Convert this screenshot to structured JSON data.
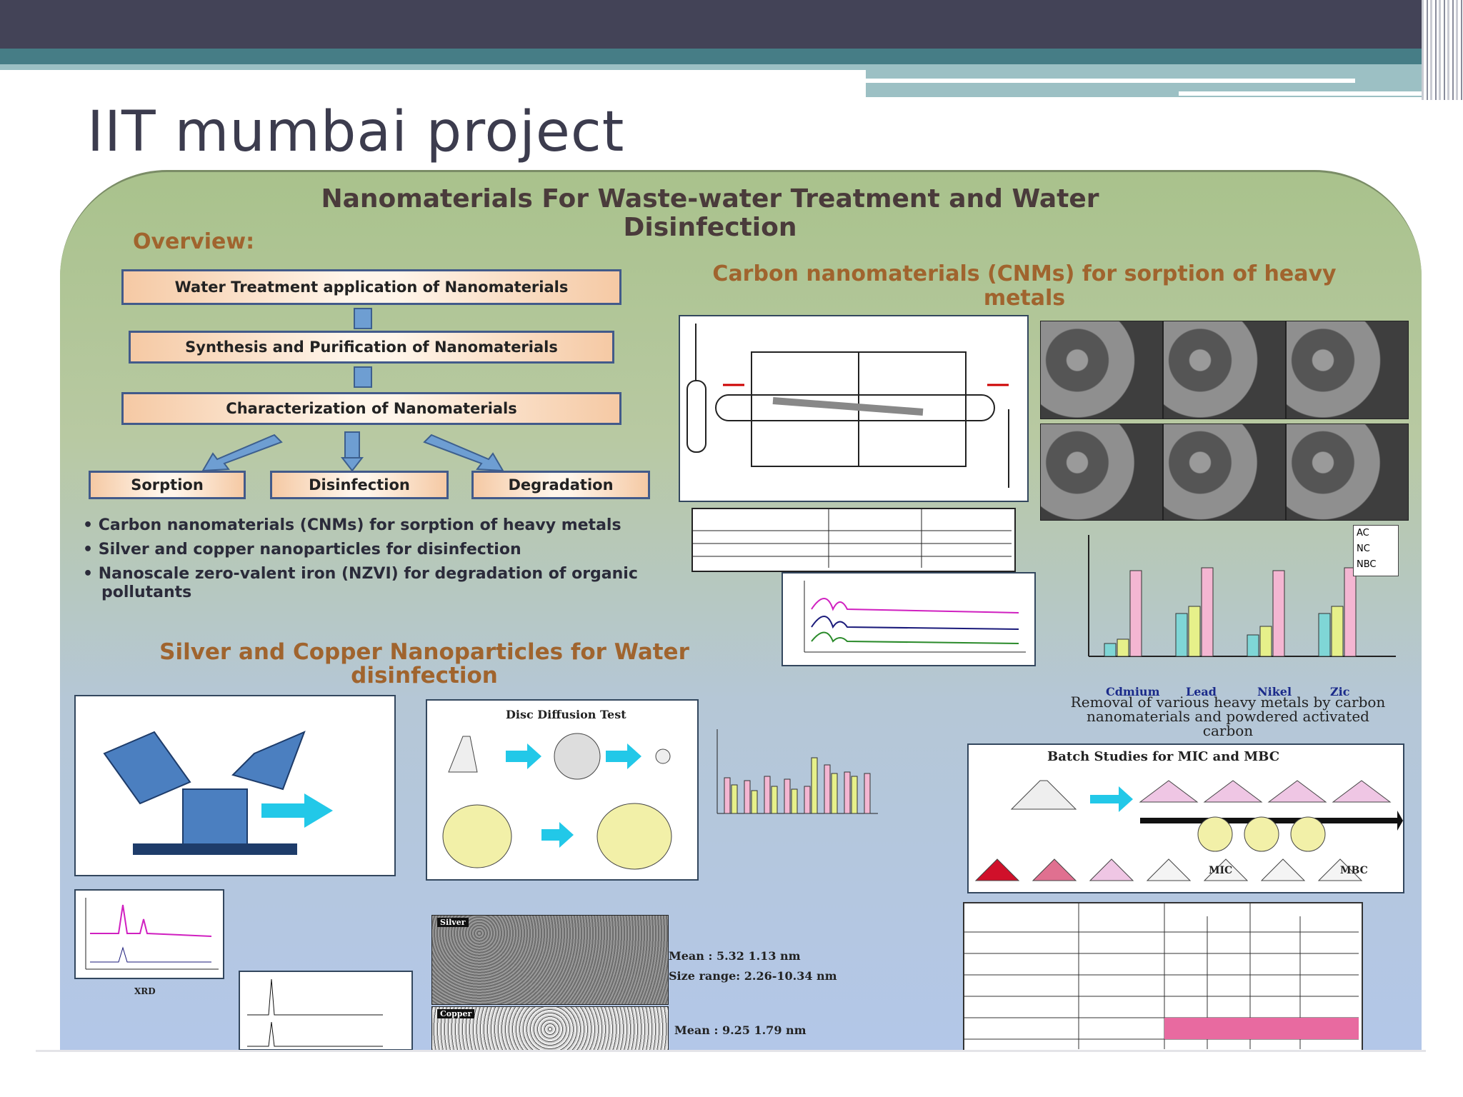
{
  "slide": {
    "title": "IIT mumbai project"
  },
  "poster": {
    "heading": "Nanomaterials For Waste-water Treatment and Water Disinfection",
    "overview_label": "Overview:",
    "flow": {
      "box1": "Water Treatment application of Nanomaterials",
      "box2": "Synthesis and Purification of Nanomaterials",
      "box3": "Characterization of Nanomaterials",
      "leaf_sorption": "Sorption",
      "leaf_disinfection": "Disinfection",
      "leaf_degradation": "Degradation"
    },
    "bullets": [
      "Carbon nanomaterials (CNMs) for sorption of heavy metals",
      "Silver and copper nanoparticles for disinfection",
      "Nanoscale zero-valent iron (NZVI) for degradation of organic pollutants"
    ],
    "cnm_heading": "Carbon nanomaterials (CNMs) for sorption of heavy metals",
    "silver_heading": "Silver and Copper Nanoparticles for Water disinfection",
    "heavy_metals_caption": "Removal of various heavy metals by carbon nanomaterials and powdered activated carbon",
    "heavy_metal_categories": [
      "Cdmium",
      "Lead",
      "Nikel",
      "Zic"
    ],
    "heavy_metal_legend": [
      "AC",
      "NC",
      "NBC"
    ],
    "disc_diffusion_label": "Disc Diffusion Test",
    "batch_studies_label": "Batch Studies for MIC and MBC",
    "mic_label": "MIC",
    "mbc_label": "MBC",
    "xrd_label": "XRD",
    "silver_label": "Silver",
    "copper_label": "Copper",
    "silver_mean": "Mean : 5.32    1.13 nm",
    "silver_size_range": "Size range: 2.26-10.34 nm",
    "copper_mean": "Mean : 9.25    1.79 nm"
  },
  "colors": {
    "topbar": "#434357",
    "teal": "#467d86",
    "poster_top": "#a9c28c",
    "poster_bottom": "#b3c7e8",
    "heading_brown": "#a0642e"
  }
}
